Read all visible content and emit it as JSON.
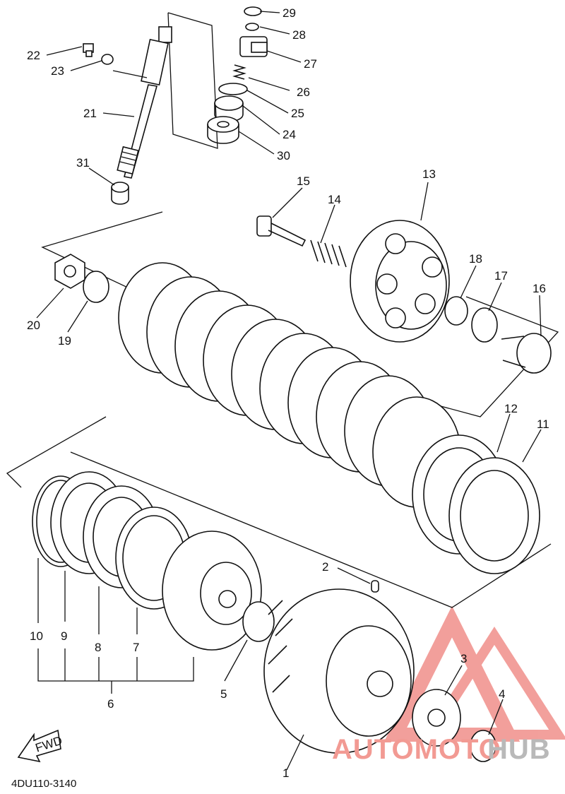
{
  "part_labels": [
    {
      "id": "p1",
      "text": "1"
    },
    {
      "id": "p2",
      "text": "2"
    },
    {
      "id": "p3",
      "text": "3"
    },
    {
      "id": "p4",
      "text": "4"
    },
    {
      "id": "p5",
      "text": "5"
    },
    {
      "id": "p6",
      "text": "6"
    },
    {
      "id": "p7",
      "text": "7"
    },
    {
      "id": "p8",
      "text": "8"
    },
    {
      "id": "p9",
      "text": "9"
    },
    {
      "id": "p10",
      "text": "10"
    },
    {
      "id": "p11",
      "text": "11"
    },
    {
      "id": "p12",
      "text": "12"
    },
    {
      "id": "p13",
      "text": "13"
    },
    {
      "id": "p14",
      "text": "14"
    },
    {
      "id": "p15",
      "text": "15"
    },
    {
      "id": "p16",
      "text": "16"
    },
    {
      "id": "p17",
      "text": "17"
    },
    {
      "id": "p18",
      "text": "18"
    },
    {
      "id": "p19",
      "text": "19"
    },
    {
      "id": "p20",
      "text": "20"
    },
    {
      "id": "p21",
      "text": "21"
    },
    {
      "id": "p22",
      "text": "22"
    },
    {
      "id": "p23",
      "text": "23"
    },
    {
      "id": "p24",
      "text": "24"
    },
    {
      "id": "p25",
      "text": "25"
    },
    {
      "id": "p26",
      "text": "26"
    },
    {
      "id": "p27",
      "text": "27"
    },
    {
      "id": "p28",
      "text": "28"
    },
    {
      "id": "p29",
      "text": "29"
    },
    {
      "id": "p30",
      "text": "30"
    },
    {
      "id": "p31",
      "text": "31"
    }
  ],
  "diagram_code": "4DU110-3140",
  "direction_marker": "FWD",
  "watermark": {
    "text_a": "AUTOMOTO",
    "text_b": "HUB",
    "color": "#f29a93",
    "color_b": "#b9b9b9"
  },
  "colors": {
    "line": "#111111",
    "background": "#ffffff",
    "watermark_red": "#e8524a"
  }
}
